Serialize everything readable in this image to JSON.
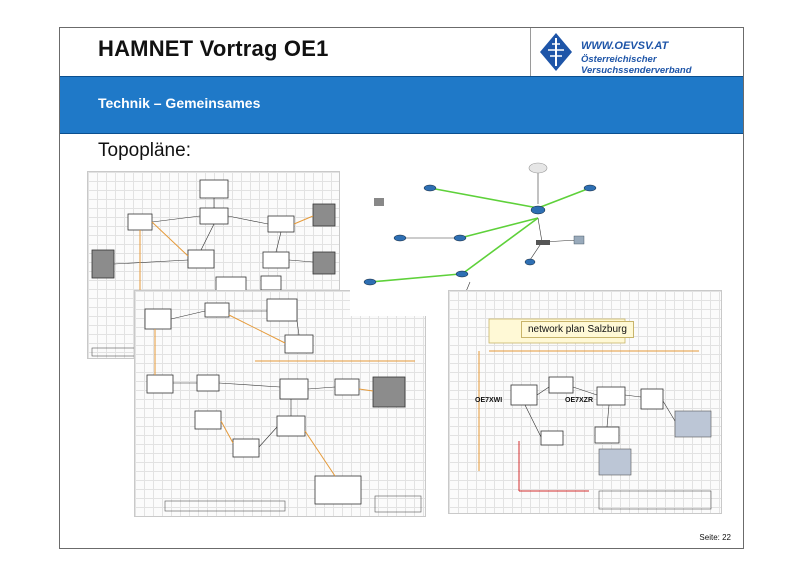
{
  "slide": {
    "title": "HAMNET Vortrag OE1",
    "logo_url": "WWW.OEVSV.AT",
    "logo_org": "Österreichischer Versuchssenderverband",
    "section": "Technik – Gemeinsames",
    "subtitle": "Topopläne:",
    "page": "Seite: 22"
  },
  "diagrams": {
    "salzburg_title": "network plan Salzburg",
    "site_left": "OE7XWI",
    "site_right": "OE7XZR"
  },
  "colors": {
    "accent": "#1f79c8",
    "link_green": "#5ed13a",
    "link_orange": "#e59a3a"
  }
}
